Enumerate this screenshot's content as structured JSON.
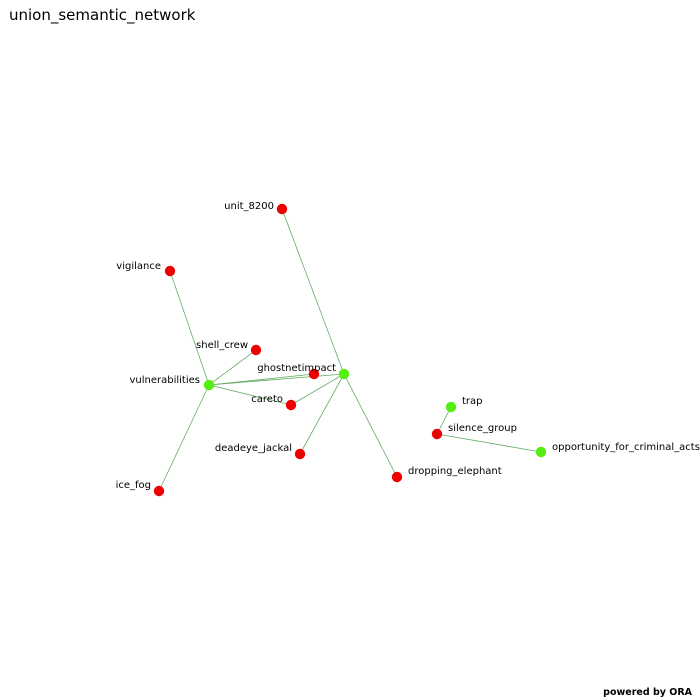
{
  "title": "union_semantic_network",
  "footer": "powered by ORA",
  "colors": {
    "red": "#ee0000",
    "green": "#55ee11",
    "edge": "#66aa66"
  },
  "nodes": [
    {
      "id": "unit_8200",
      "label": "unit_8200",
      "color": "red"
    },
    {
      "id": "vigilance",
      "label": "vigilance",
      "color": "red"
    },
    {
      "id": "shell_crew",
      "label": "shell_crew",
      "color": "red"
    },
    {
      "id": "ghostnetimpact",
      "label": "ghostnetimpact",
      "color": "red"
    },
    {
      "id": "hub2",
      "label": "",
      "color": "green"
    },
    {
      "id": "vulnerabilities",
      "label": "vulnerabilities",
      "color": "green"
    },
    {
      "id": "careto",
      "label": "careto",
      "color": "red"
    },
    {
      "id": "deadeye_jackal",
      "label": "deadeye_jackal",
      "color": "red"
    },
    {
      "id": "ice_fog",
      "label": "ice_fog",
      "color": "red"
    },
    {
      "id": "dropping_elephant",
      "label": "dropping_elephant",
      "color": "red"
    },
    {
      "id": "trap",
      "label": "trap",
      "color": "green"
    },
    {
      "id": "silence_group",
      "label": "silence_group",
      "color": "red"
    },
    {
      "id": "opportunity_for_criminal_acts",
      "label": "opportunity_for_criminal_acts",
      "color": "green"
    }
  ],
  "edges": [
    [
      "vulnerabilities",
      "vigilance"
    ],
    [
      "vulnerabilities",
      "shell_crew"
    ],
    [
      "vulnerabilities",
      "ghostnetimpact"
    ],
    [
      "vulnerabilities",
      "careto"
    ],
    [
      "vulnerabilities",
      "ice_fog"
    ],
    [
      "vulnerabilities",
      "hub2"
    ],
    [
      "hub2",
      "unit_8200"
    ],
    [
      "hub2",
      "careto"
    ],
    [
      "hub2",
      "deadeye_jackal"
    ],
    [
      "hub2",
      "dropping_elephant"
    ],
    [
      "trap",
      "silence_group"
    ],
    [
      "silence_group",
      "opportunity_for_criminal_acts"
    ]
  ]
}
